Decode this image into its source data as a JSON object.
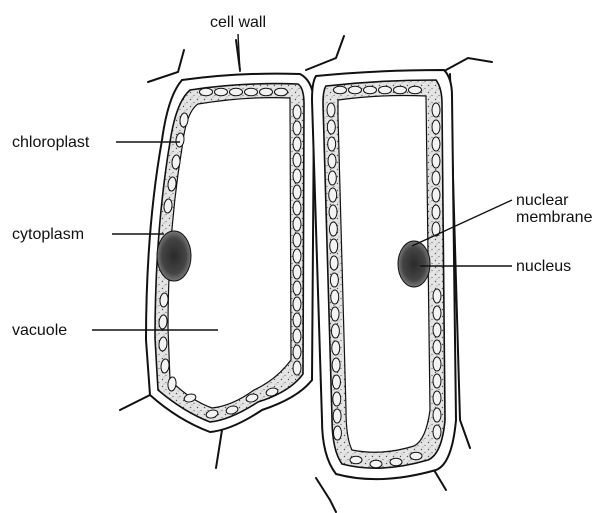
{
  "labels": {
    "cell_wall": "cell wall",
    "chloroplast": "chloroplast",
    "cytoplasm": "cytoplasm",
    "vacuole": "vacuole",
    "nuclear_membrane_line1": "nuclear",
    "nuclear_membrane_line2": "membrane",
    "nucleus": "nucleus"
  },
  "colors": {
    "ink": "#111111",
    "cytoplasm_fill": "#dcdcdc",
    "vacuole_fill": "#ffffff",
    "chloroplast_fill": "#f3f3f3",
    "nucleus_fill": "#3a3a3a"
  }
}
